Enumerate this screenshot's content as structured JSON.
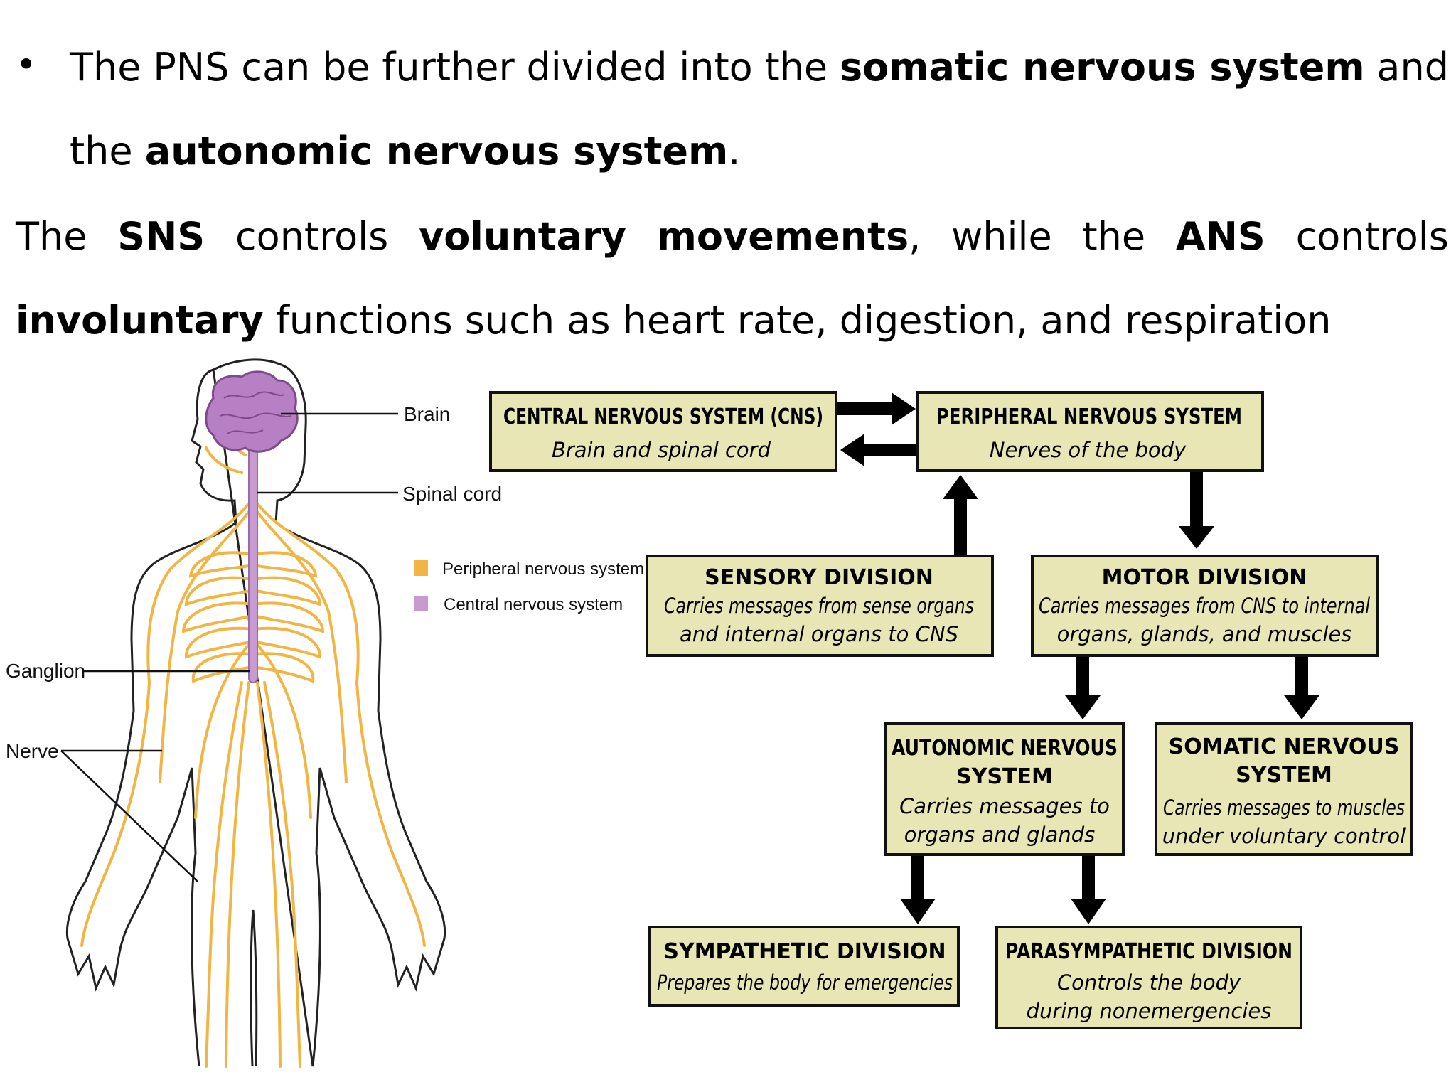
{
  "bullet": {
    "symbol": "•",
    "line1": [
      "The",
      "PNS",
      "can",
      "be",
      "further",
      "divided",
      "into",
      "the",
      "somatic nervous system",
      "and"
    ],
    "line2_prefix": "the ",
    "line2_bold": "autonomic nervous system",
    "line2_suffix": "."
  },
  "paragraph": {
    "line1": [
      "The",
      "SNS",
      "controls",
      "voluntary",
      "movements",
      ",",
      "while",
      "the",
      "ANS",
      "controls"
    ],
    "line2_bold": "involuntary",
    "line2_rest": " functions such as heart rate, digestion, and respiration"
  },
  "anatomy": {
    "labels": {
      "brain": "Brain",
      "spinal_cord": "Spinal cord",
      "ganglion": "Ganglion",
      "nerve": "Nerve"
    },
    "legend": [
      {
        "label": "Peripheral nervous system",
        "color": "#f2b544"
      },
      {
        "label": "Central nervous system",
        "color": "#c79ad0"
      }
    ],
    "colors": {
      "pns": "#f2b544",
      "cns": "#c79ad0",
      "brain": "#b77fc4",
      "outline": "#222222"
    }
  },
  "flowchart": {
    "box_fill": "#e8e6b4",
    "boxes": {
      "cns": {
        "title": "CENTRAL NERVOUS SYSTEM (CNS)",
        "desc": [
          "Brain and spinal cord"
        ]
      },
      "pns": {
        "title": "PERIPHERAL NERVOUS SYSTEM",
        "desc": [
          "Nerves of the body"
        ]
      },
      "sensory": {
        "title": "SENSORY DIVISION",
        "desc": [
          "Carries messages from sense organs",
          "and internal organs to CNS"
        ]
      },
      "motor": {
        "title": "MOTOR DIVISION",
        "desc": [
          "Carries messages from CNS to internal",
          "organs, glands, and muscles"
        ]
      },
      "autonomic": {
        "title": [
          "AUTONOMIC NERVOUS",
          "SYSTEM"
        ],
        "desc": [
          "Carries messages to",
          "organs and glands"
        ]
      },
      "somatic": {
        "title": [
          "SOMATIC NERVOUS",
          "SYSTEM"
        ],
        "desc": [
          "Carries messages to muscles",
          "under voluntary control"
        ]
      },
      "sympathetic": {
        "title": "SYMPATHETIC DIVISION",
        "desc": [
          "Prepares the body for emergencies"
        ]
      },
      "parasympathetic": {
        "title": "PARASYMPATHETIC DIVISION",
        "desc": [
          "Controls the body",
          "during nonemergencies"
        ]
      }
    }
  }
}
